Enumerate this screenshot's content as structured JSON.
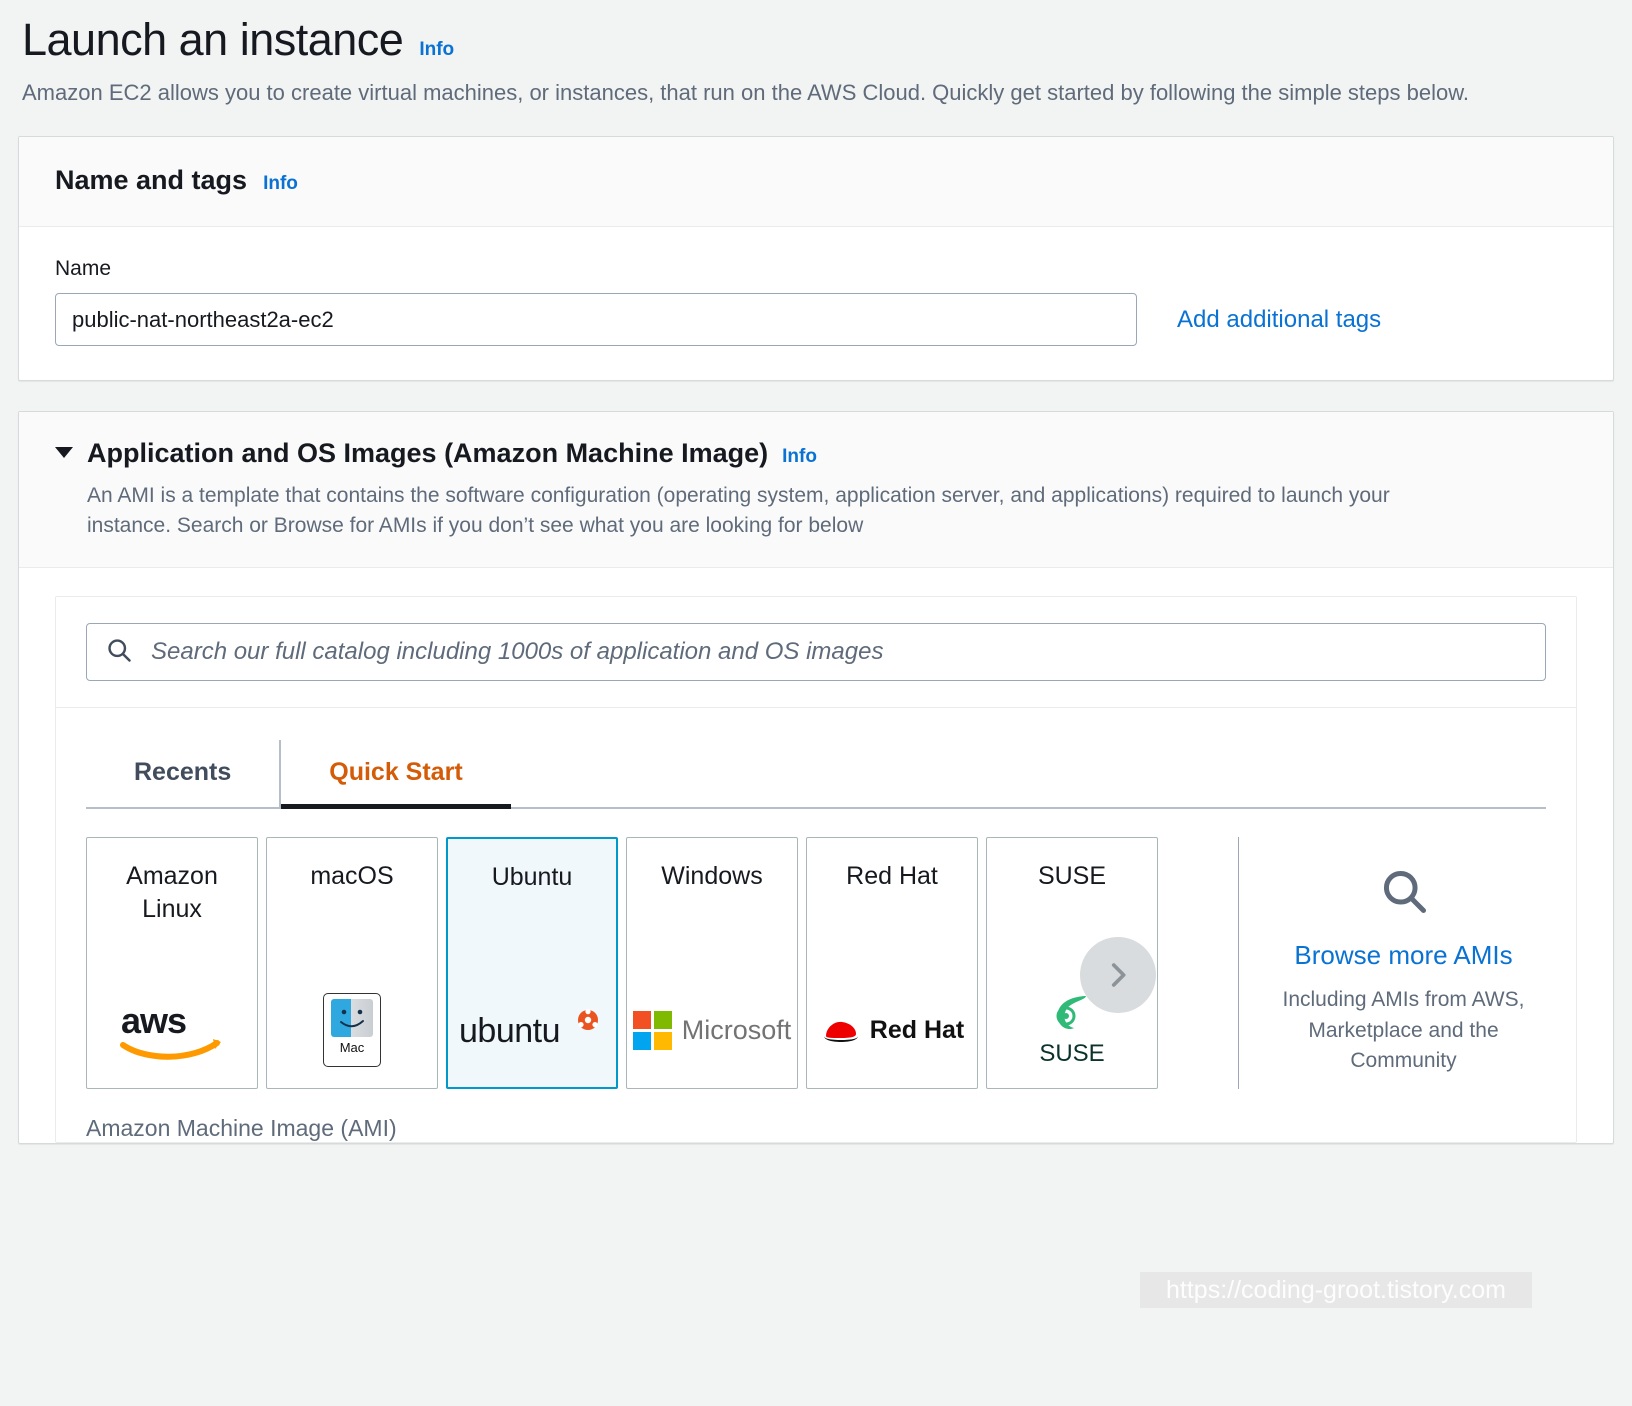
{
  "header": {
    "title": "Launch an instance",
    "info_label": "Info",
    "description": "Amazon EC2 allows you to create virtual machines, or instances, that run on the AWS Cloud. Quickly get started by following the simple steps below."
  },
  "name_and_tags": {
    "section_title": "Name and tags",
    "info_label": "Info",
    "name_label": "Name",
    "name_value": "public-nat-northeast2a-ec2",
    "add_tags_label": "Add additional tags"
  },
  "ami_section": {
    "section_title": "Application and OS Images (Amazon Machine Image)",
    "info_label": "Info",
    "description": "An AMI is a template that contains the software configuration (operating system, application server, and applications) required to launch your instance. Search or Browse for AMIs if you don’t see what you are looking for below",
    "search": {
      "placeholder": "Search our full catalog including 1000s of application and OS images",
      "value": "",
      "icon": "search-icon"
    },
    "tabs": [
      {
        "label": "Recents",
        "active": false
      },
      {
        "label": "Quick Start",
        "active": true
      }
    ],
    "tiles": [
      {
        "label": "Amazon Linux",
        "logo": "aws-logo",
        "selected": false
      },
      {
        "label": "macOS",
        "logo": "mac-logo",
        "selected": false
      },
      {
        "label": "Ubuntu",
        "logo": "ubuntu-logo",
        "selected": true
      },
      {
        "label": "Windows",
        "logo": "microsoft-logo",
        "selected": false
      },
      {
        "label": "Red Hat",
        "logo": "redhat-logo",
        "selected": false
      },
      {
        "label": "SUSE",
        "logo": "suse-logo",
        "selected": false
      }
    ],
    "carousel_next_icon": "chevron-right-icon",
    "browse": {
      "icon": "search-icon",
      "link_label": "Browse more AMIs",
      "sub_label": "Including AMIs from AWS, Marketplace and the Community"
    },
    "footer_label": "Amazon Machine Image (AMI)"
  },
  "watermark": {
    "text": "https://coding-groot.tistory.com"
  },
  "colors": {
    "link": "#0972d3",
    "accent_orange": "#d45b07",
    "selected_border": "#0099cc",
    "selected_bg": "#f1f8fc",
    "page_bg": "#f2f3f3",
    "text": "#16191f",
    "muted_text": "#5f6b7a"
  }
}
